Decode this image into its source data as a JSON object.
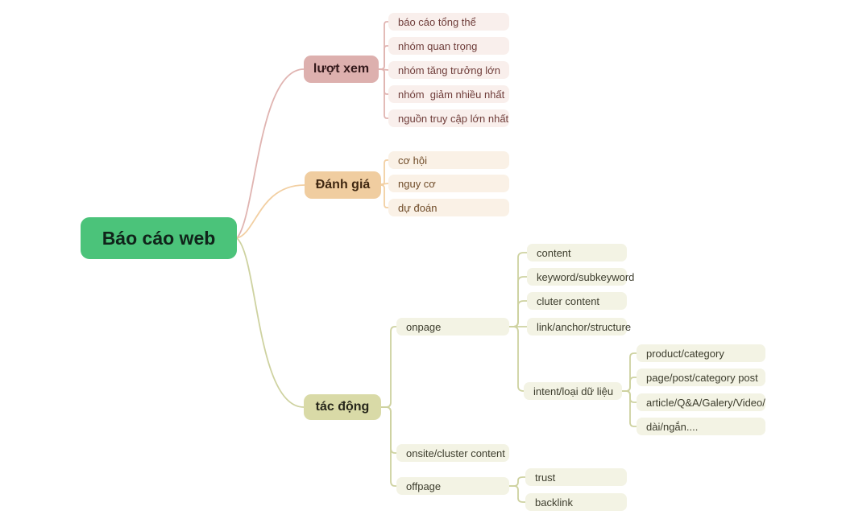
{
  "canvas": {
    "background": "#ffffff"
  },
  "root": {
    "label": "Báo cáo web",
    "color": "#4bc37a"
  },
  "branches": [
    {
      "label": "lượt xem",
      "color": "#ddb0ae",
      "line": "#e0b4b1",
      "leaf_bg": "#f9efec",
      "leaf_text": "#6f3d3a",
      "children": [
        {
          "label": "báo cáo tổng thể"
        },
        {
          "label": "nhóm quan trọng"
        },
        {
          "label": "nhóm tăng trưởng lớn"
        },
        {
          "label": "nhóm  giảm nhiều nhất"
        },
        {
          "label": "nguồn truy cập lớn nhất"
        }
      ]
    },
    {
      "label": "Đánh giá",
      "color": "#f0cda0",
      "line": "#f2cfa2",
      "leaf_bg": "#faf1e6",
      "leaf_text": "#6f4b28",
      "children": [
        {
          "label": "cơ hội"
        },
        {
          "label": "nguy cơ"
        },
        {
          "label": "dự đoán"
        }
      ]
    },
    {
      "label": "tác động",
      "color": "#d9daa7",
      "line": "#ced2a0",
      "leaf_bg": "#f3f3e4",
      "leaf_text": "#3d3d2d",
      "children": [
        {
          "label": "onpage",
          "children": [
            {
              "label": "content"
            },
            {
              "label": "keyword/subkeyword"
            },
            {
              "label": "cluter content"
            },
            {
              "label": "link/anchor/structure"
            },
            {
              "label": "intent/loại dữ liệu",
              "children": [
                {
                  "label": "product/category"
                },
                {
                  "label": "page/post/category post"
                },
                {
                  "label": "article/Q&A/Galery/Video/"
                },
                {
                  "label": "dài/ngắn...."
                }
              ]
            }
          ]
        },
        {
          "label": "onsite/cluster content"
        },
        {
          "label": "offpage",
          "children": [
            {
              "label": "trust"
            },
            {
              "label": "backlink"
            }
          ]
        }
      ]
    }
  ]
}
